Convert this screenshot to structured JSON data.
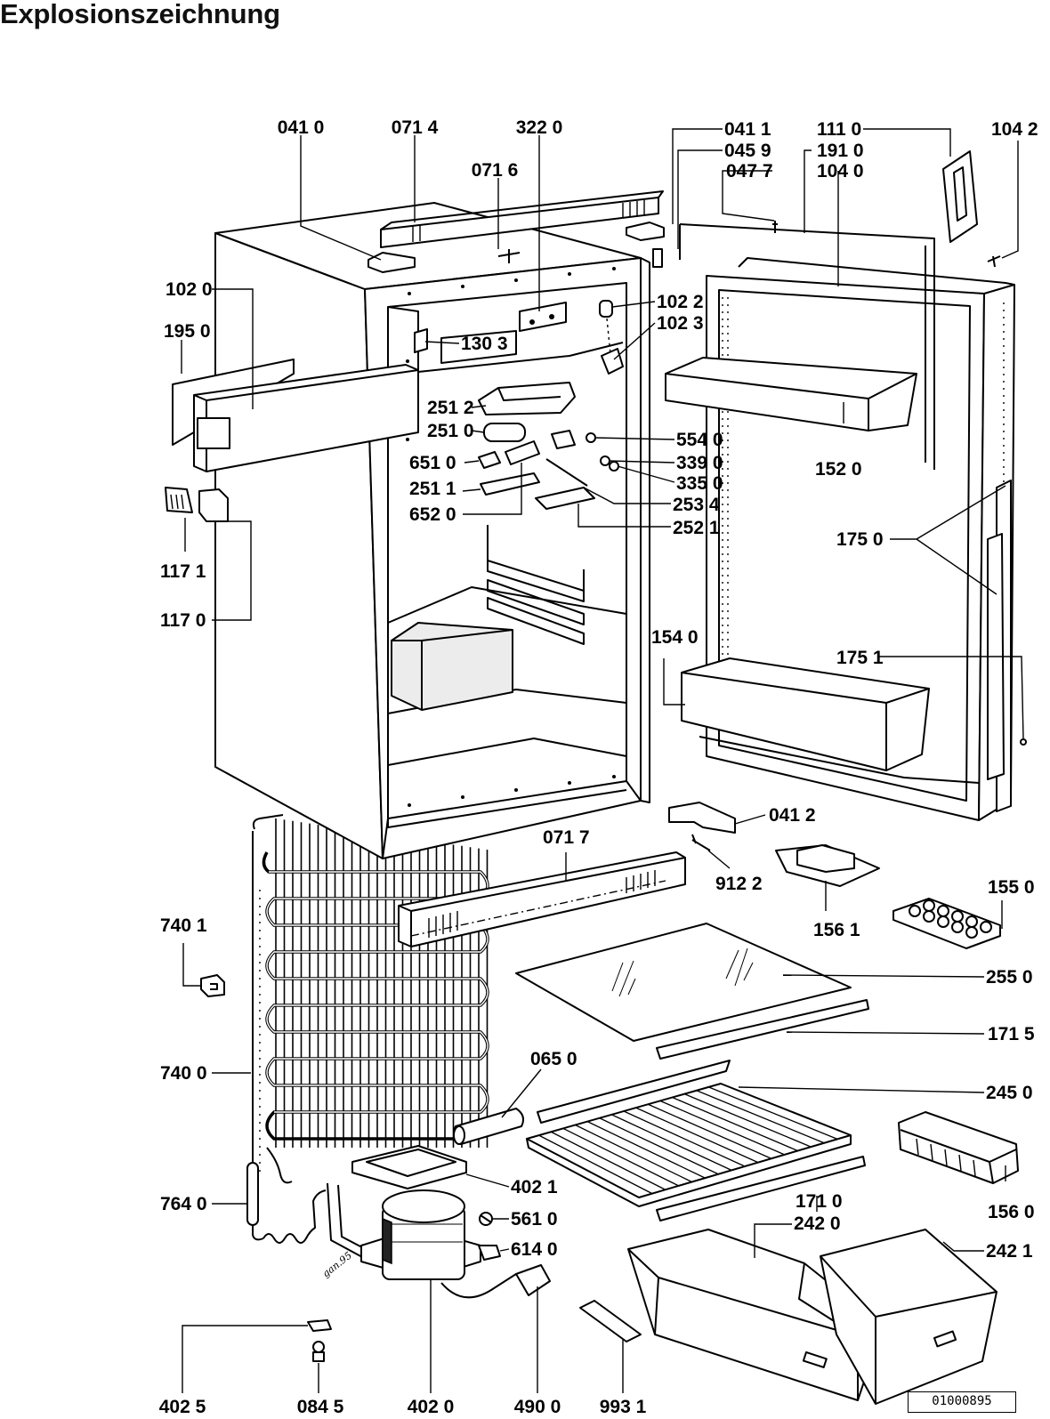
{
  "title": "Explosionszeichnung",
  "document_number": "01000895",
  "handwritten_note": "gan.95",
  "parts": [
    {
      "key": "p0410",
      "code": "041 0"
    },
    {
      "key": "p0714",
      "code": "071 4"
    },
    {
      "key": "p3220",
      "code": "322 0"
    },
    {
      "key": "p0716",
      "code": "071 6"
    },
    {
      "key": "p0411",
      "code": "041 1"
    },
    {
      "key": "p0459",
      "code": "045 9"
    },
    {
      "key": "p0477",
      "code": "047 7"
    },
    {
      "key": "p1110",
      "code": "111 0"
    },
    {
      "key": "p1910",
      "code": "191 0"
    },
    {
      "key": "p1040",
      "code": "104 0"
    },
    {
      "key": "p1042",
      "code": "104 2"
    },
    {
      "key": "p1020",
      "code": "102 0"
    },
    {
      "key": "p1950",
      "code": "195 0"
    },
    {
      "key": "p1022",
      "code": "102 2"
    },
    {
      "key": "p1023",
      "code": "102 3"
    },
    {
      "key": "p1303",
      "code": "130 3"
    },
    {
      "key": "p2512",
      "code": "251 2"
    },
    {
      "key": "p2510",
      "code": "251 0"
    },
    {
      "key": "p6510",
      "code": "651 0"
    },
    {
      "key": "p2511",
      "code": "251 1"
    },
    {
      "key": "p6520",
      "code": "652 0"
    },
    {
      "key": "p5540",
      "code": "554 0"
    },
    {
      "key": "p3390",
      "code": "339 0"
    },
    {
      "key": "p3350",
      "code": "335 0"
    },
    {
      "key": "p2534",
      "code": "253 4"
    },
    {
      "key": "p2521",
      "code": "252 1"
    },
    {
      "key": "p1520",
      "code": "152 0"
    },
    {
      "key": "p1750",
      "code": "175 0"
    },
    {
      "key": "p1171",
      "code": "117 1"
    },
    {
      "key": "p1170",
      "code": "117 0"
    },
    {
      "key": "p1540",
      "code": "154 0"
    },
    {
      "key": "p1751",
      "code": "175 1"
    },
    {
      "key": "p0412",
      "code": "041 2"
    },
    {
      "key": "p0717",
      "code": "071 7"
    },
    {
      "key": "p9122",
      "code": "912 2"
    },
    {
      "key": "p1561",
      "code": "156 1"
    },
    {
      "key": "p1550",
      "code": "155 0"
    },
    {
      "key": "p7401",
      "code": "740 1"
    },
    {
      "key": "p2550",
      "code": "255 0"
    },
    {
      "key": "p1715",
      "code": "171 5"
    },
    {
      "key": "p7400",
      "code": "740 0"
    },
    {
      "key": "p0650",
      "code": "065 0"
    },
    {
      "key": "p2450",
      "code": "245 0"
    },
    {
      "key": "p4021",
      "code": "402 1"
    },
    {
      "key": "p7640",
      "code": "764 0"
    },
    {
      "key": "p5610",
      "code": "561 0"
    },
    {
      "key": "p1710",
      "code": "171 0"
    },
    {
      "key": "p2420",
      "code": "242 0"
    },
    {
      "key": "p1560",
      "code": "156 0"
    },
    {
      "key": "p6140",
      "code": "614 0"
    },
    {
      "key": "p2421",
      "code": "242 1"
    },
    {
      "key": "p4025",
      "code": "402 5"
    },
    {
      "key": "p0845",
      "code": "084 5"
    },
    {
      "key": "p4020",
      "code": "402 0"
    },
    {
      "key": "p4900",
      "code": "490 0"
    },
    {
      "key": "p9931",
      "code": "993 1"
    }
  ]
}
